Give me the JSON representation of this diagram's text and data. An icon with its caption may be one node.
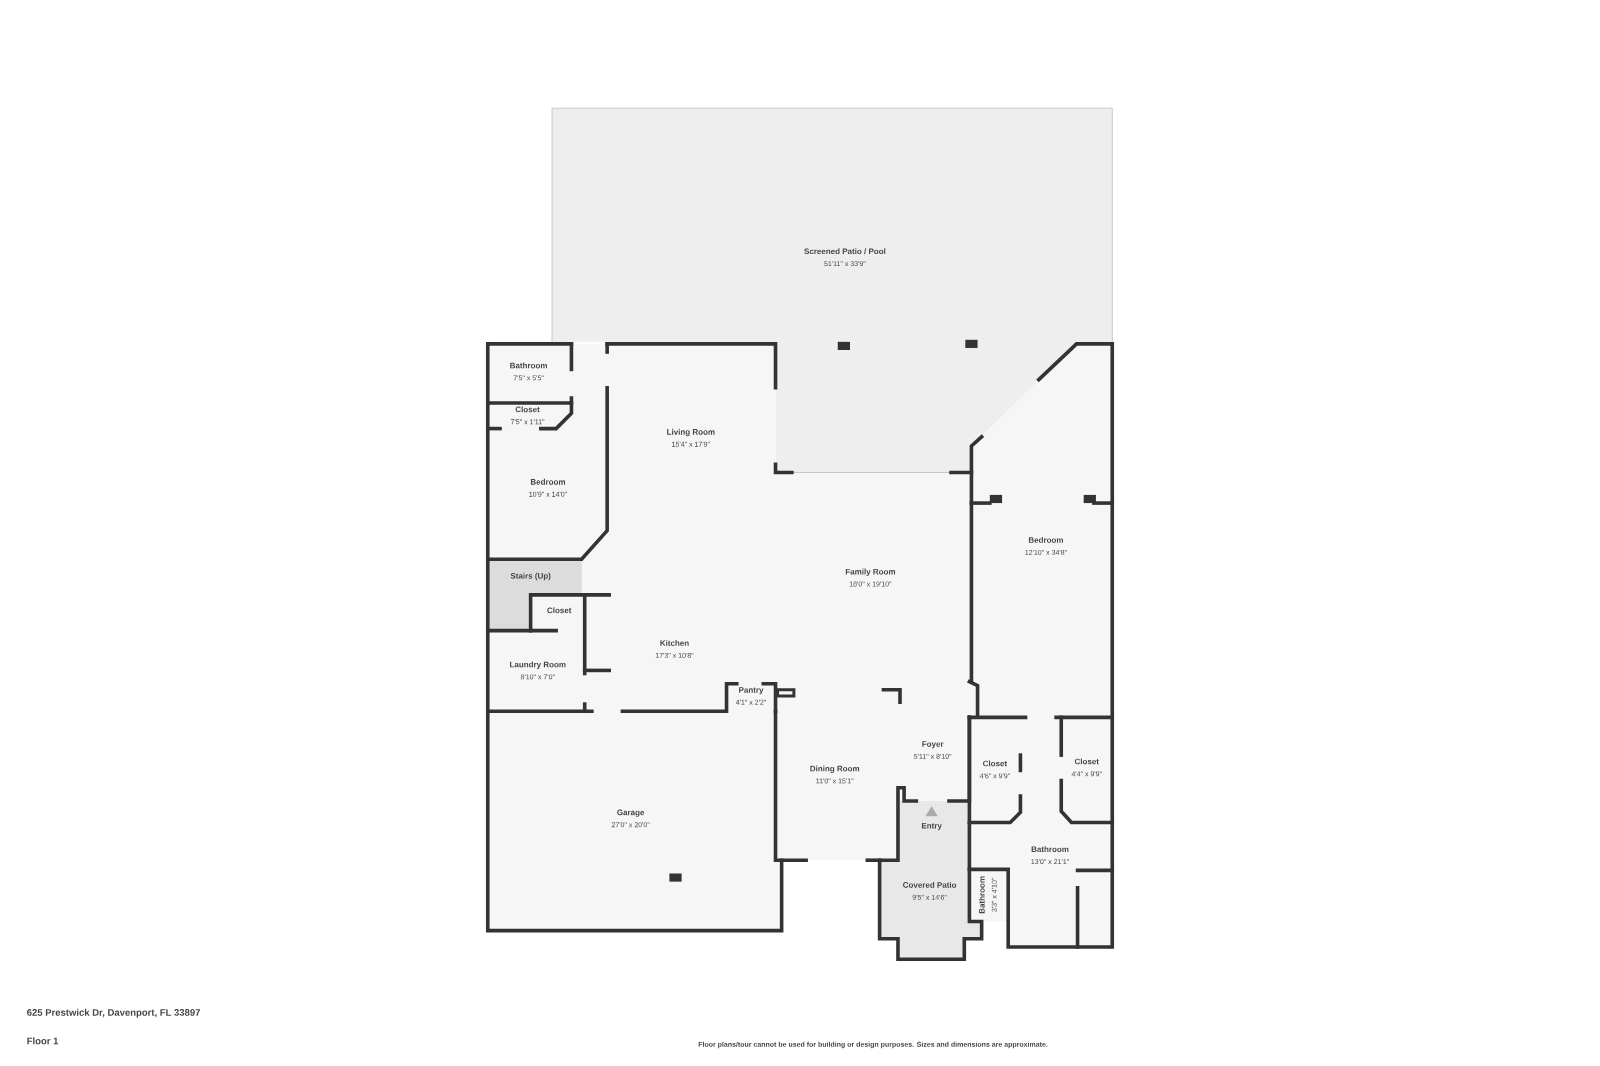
{
  "diagram": {
    "nodes": [
      {
        "text": [
          "Screened Patio / Pool",
          "51'11\" x 33'9\""
        ]
      },
      {
        "text": [
          "Bathroom",
          "7'5\" x 5'5\""
        ]
      },
      {
        "text": [
          "Closet",
          "7'5\" x 1'11\""
        ]
      },
      {
        "text": [
          "Living Room",
          "15'4\" x 17'9\""
        ]
      },
      {
        "text": [
          "Bedroom",
          "10'9\" x 14'0\""
        ]
      },
      {
        "text": [
          "Bedroom",
          "12'10\" x 34'8\""
        ]
      },
      {
        "text": [
          "Family Room",
          "18'0\" x 19'10\""
        ]
      },
      {
        "text": [
          "Stairs (Up)"
        ]
      },
      {
        "text": [
          "Closet"
        ]
      },
      {
        "text": [
          "Kitchen",
          "17'3\" x 10'8\""
        ]
      },
      {
        "text": [
          "Laundry Room",
          "8'10\" x 7'0\""
        ]
      },
      {
        "text": [
          "Pantry",
          "4'1\" x 2'2\""
        ]
      },
      {
        "text": [
          "Foyer",
          "5'11\" x 8'10\""
        ]
      },
      {
        "text": [
          "Closet",
          "4'4\" x 9'9\""
        ]
      },
      {
        "text": [
          "Closet",
          "4'6\" x 9'9\""
        ]
      },
      {
        "text": [
          "Dining Room",
          "11'0\" x 15'1\""
        ]
      },
      {
        "text": [
          "Garage",
          "27'0\" x 20'0\""
        ]
      },
      {
        "text": [
          "Bathroom",
          "13'0\" x 21'1\""
        ]
      },
      {
        "text": [
          "Covered Patio",
          "9'5\" x 14'6\""
        ]
      },
      {
        "text": [
          "Bathroom",
          "3'3\" x 4'10\""
        ]
      }
    ],
    "labels": [
      "Entry",
      "625 Prestwick Dr, Davenport, FL 33897",
      "Floor 1",
      "Floor plans/tour cannot be used for building or design purposes. Sizes and dimensions are approximate."
    ]
  }
}
